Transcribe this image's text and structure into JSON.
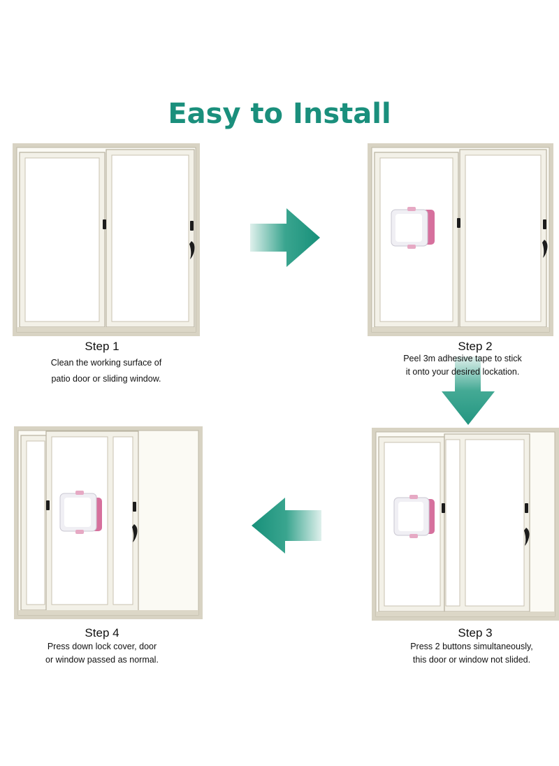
{
  "title": "Easy to Install",
  "steps": [
    {
      "label": "Step 1",
      "lines": [
        "Clean the working surface of",
        "patio door or sliding window."
      ]
    },
    {
      "label": "Step 2",
      "lines": [
        "Peel 3m adhesive tape to stick",
        "it onto your desired lockation."
      ]
    },
    {
      "label": "Step 3",
      "lines": [
        "Press 2 buttons simultaneously,",
        "this door or window not slided."
      ]
    },
    {
      "label": "Step 4",
      "lines": [
        "Press down lock cover, door",
        "or window passed as normal."
      ]
    }
  ],
  "colors": {
    "accent": "#1a8f7c",
    "frame": "#cfc9b8",
    "lock": "#cc5f8f"
  }
}
